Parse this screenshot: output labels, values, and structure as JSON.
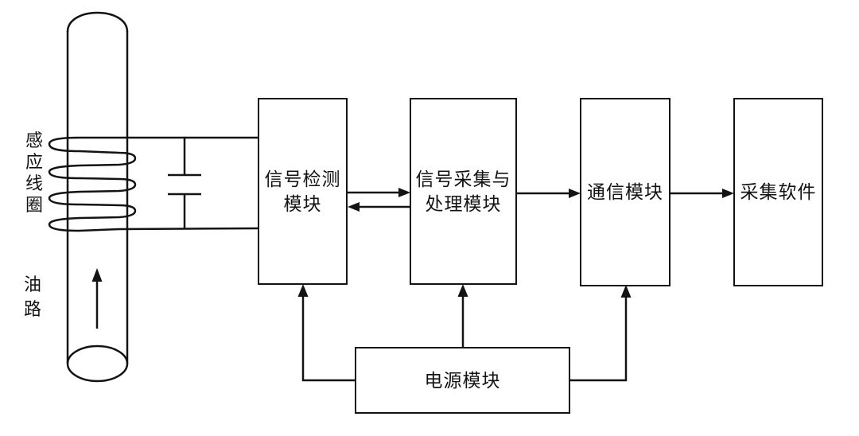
{
  "diagram": {
    "labels": {
      "coil": "感应线圈",
      "oil_path": "油路"
    },
    "boxes": [
      {
        "id": "signal-detection",
        "label": "信号检测\n模块"
      },
      {
        "id": "signal-processing",
        "label": "信号采集与\n处理模块"
      },
      {
        "id": "communication",
        "label": "通信模块"
      },
      {
        "id": "acquisition-software",
        "label": "采集软件"
      },
      {
        "id": "power",
        "label": "电源模块"
      }
    ],
    "colors": {
      "line": "#131313",
      "background": "#ffffff"
    }
  }
}
